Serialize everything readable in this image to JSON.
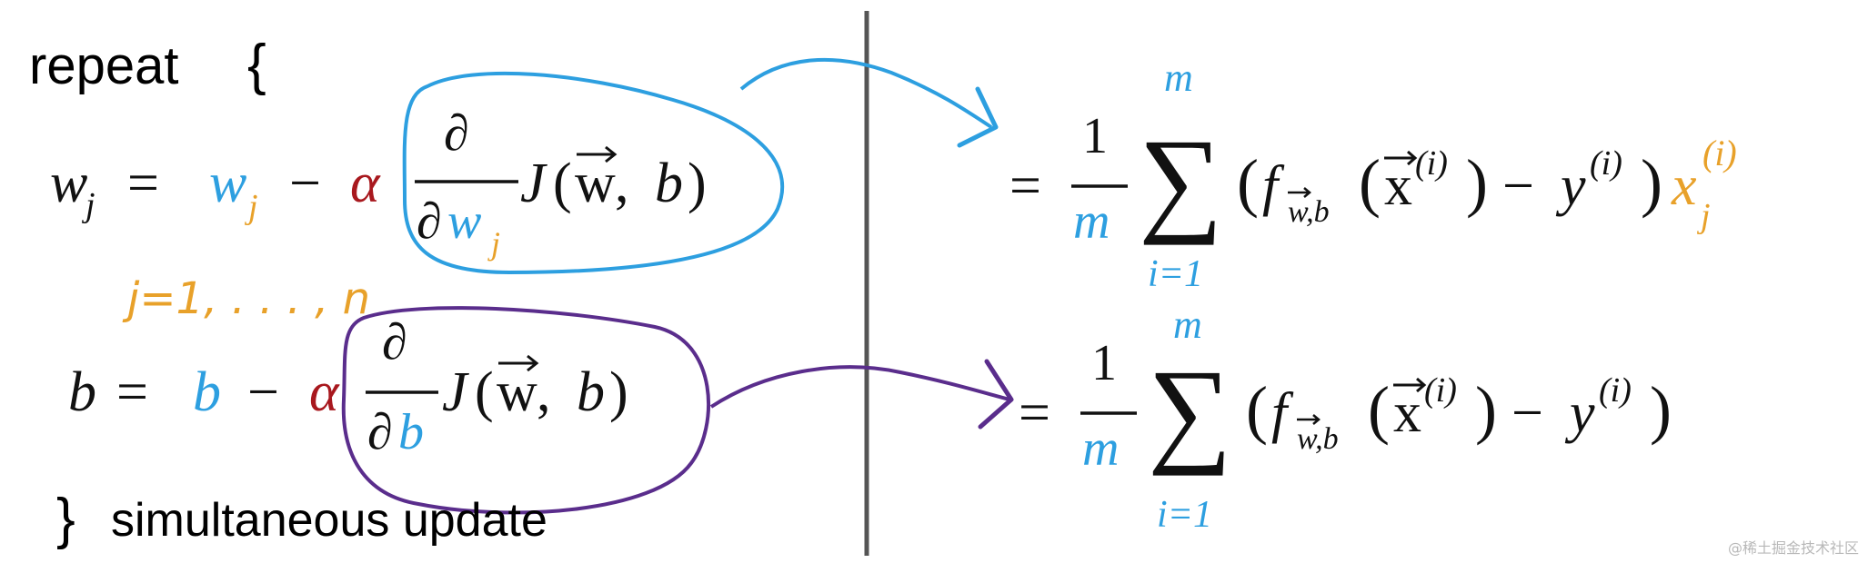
{
  "left": {
    "repeat_word": "repeat",
    "open_brace": "{",
    "close_brace": "}",
    "simultaneous_text": "simultaneous update",
    "w_update": {
      "lhs_var": "w",
      "lhs_sub": "j",
      "equals": "=",
      "rhs_var": "w",
      "rhs_sub": "j",
      "minus": "−",
      "alpha": "α",
      "partial": "∂",
      "denom_var": "w",
      "denom_sub": "j",
      "cost_J": "J",
      "cost_args_open": "(",
      "cost_w": "w",
      "cost_sep": ", ",
      "cost_b": "b",
      "cost_args_close": ")"
    },
    "j_range_note": "j=1, . . . , n",
    "b_update": {
      "lhs_var": "b",
      "equals": "=",
      "rhs_var": "b",
      "minus": "−",
      "alpha": "α",
      "partial": "∂",
      "denom_var": "b",
      "cost_J": "J",
      "cost_args_open": "(",
      "cost_w": "w",
      "cost_sep": ", ",
      "cost_b": "b",
      "cost_args_close": ")"
    }
  },
  "right": {
    "w_derivative": {
      "equals": "=",
      "one": "1",
      "m": "m",
      "sum": "∑",
      "sum_upper": "m",
      "sum_lower": "i=1",
      "f": "f",
      "f_sub": "w,b",
      "x_vec": "x",
      "sup_i": "(i)",
      "minus": "−",
      "y": "y",
      "x_j": "x",
      "x_j_sub": "j",
      "x_j_sup": "(i)"
    },
    "b_derivative": {
      "equals": "=",
      "one": "1",
      "m": "m",
      "sum": "∑",
      "sum_upper": "m",
      "sum_lower": "i=1",
      "f": "f",
      "f_sub": "w,b",
      "x_vec": "x",
      "sup_i": "(i)",
      "minus": "−",
      "y": "y"
    }
  },
  "colors": {
    "blue": "#2d9fe0",
    "orange": "#e8a12a",
    "red": "#a8181e",
    "purple": "#5a2d8c",
    "divider": "#555555",
    "text": "#111111"
  },
  "watermark": "@稀土掘金技术社区"
}
